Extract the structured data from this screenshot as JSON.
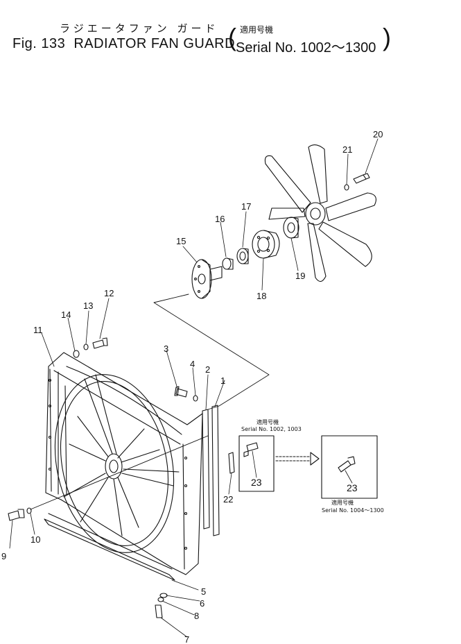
{
  "title": {
    "japanese": "ラジエータファン ガード",
    "figure": "Fig. 133",
    "english": "RADIATOR FAN GUARD",
    "serial_japanese": "適用号機",
    "serial_english": "Serial No. 1002～1300"
  },
  "callouts": [
    "1",
    "2",
    "3",
    "4",
    "5",
    "6",
    "7",
    "8",
    "9",
    "10",
    "11",
    "12",
    "13",
    "14",
    "15",
    "16",
    "17",
    "18",
    "19",
    "20",
    "21",
    "22",
    "23",
    "23"
  ],
  "insets": [
    {
      "jp": "適用号機",
      "serial": "Serial No. 1002, 1003",
      "part": "23"
    },
    {
      "jp": "適用号機",
      "serial": "Serial No. 1004～1300",
      "part": "23"
    }
  ]
}
